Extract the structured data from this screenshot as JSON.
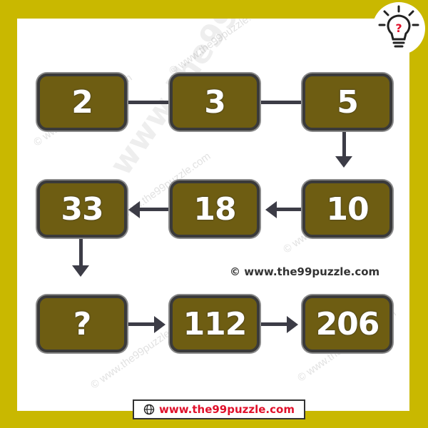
{
  "puzzle": {
    "row1": [
      "2",
      "3",
      "5"
    ],
    "row2": [
      "33",
      "18",
      "10"
    ],
    "row3": [
      "?",
      "112",
      "206"
    ]
  },
  "watermark": {
    "diagonal": "www.the99puzzle.com",
    "small": "© www.the99puzzle.com",
    "copyright_line": "© www.the99puzzle.com"
  },
  "footer": {
    "url": "www.the99puzzle.com"
  },
  "icons": {
    "logo": "lightbulb-question-icon",
    "footer_icon": "globe-icon"
  },
  "colors": {
    "frame": "#c9b800",
    "box_fill": "#6e5d12",
    "box_border": "#3a3a3a",
    "number": "#ffffff",
    "url": "#e0112b"
  }
}
